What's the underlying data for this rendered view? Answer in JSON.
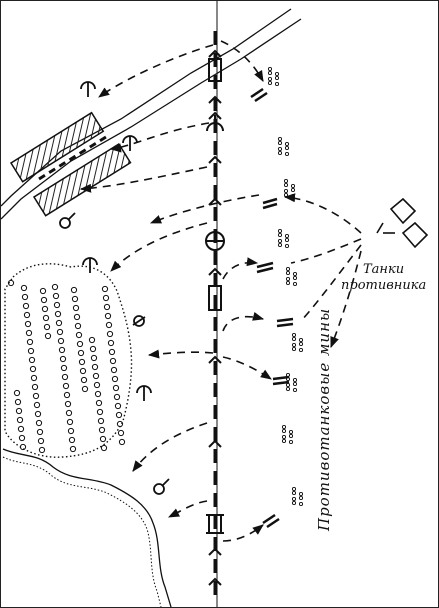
{
  "labels": {
    "enemy_tanks_line1": "Танки",
    "enemy_tanks_line2": "противника",
    "antitank_mines": "Противотанковые мины"
  },
  "icons": [
    "tank-symbol-icon",
    "antitank-gun-icon",
    "machine-gun-icon",
    "observation-post-icon",
    "command-post-icon",
    "infantry-position-icon"
  ],
  "colors": {
    "ink": "#111111",
    "hatch": "#222222",
    "paper": "#ffffff"
  }
}
